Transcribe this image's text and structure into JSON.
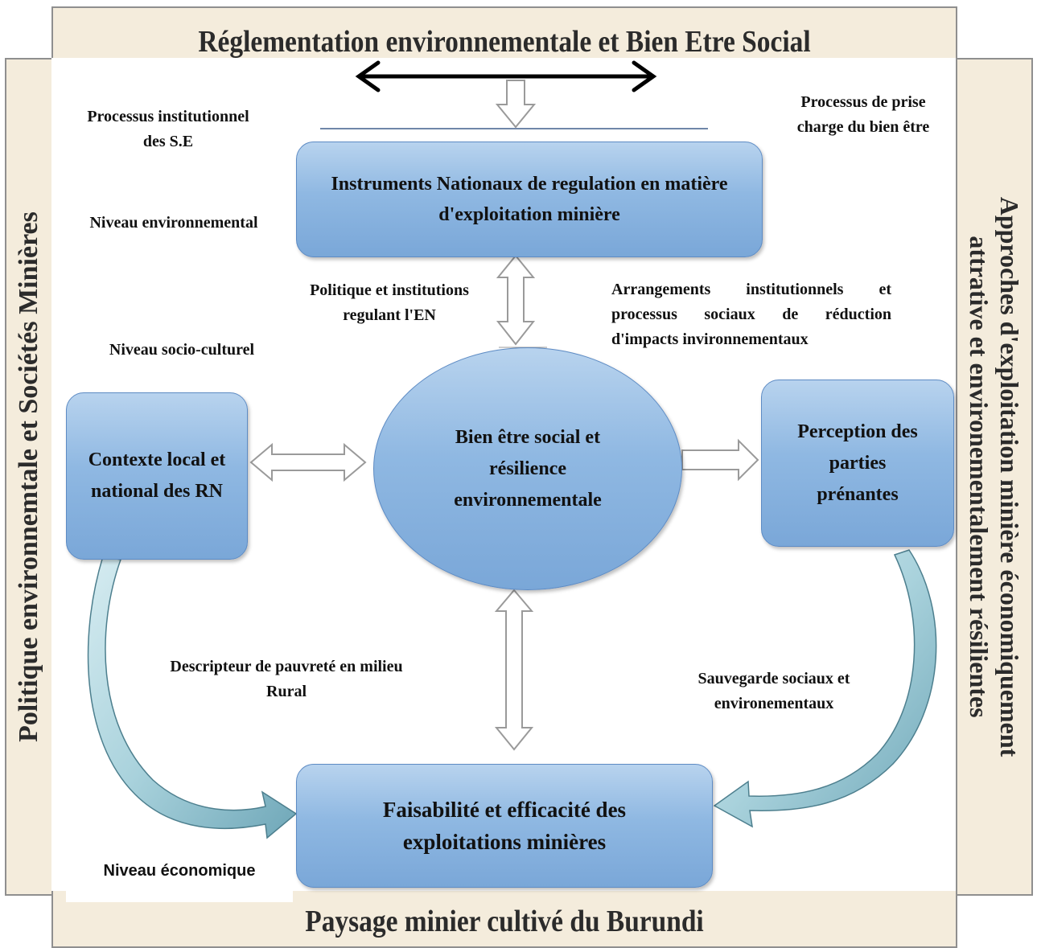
{
  "frame": {
    "top": "Réglementation environnementale et Bien Etre Social",
    "bottom": "Paysage minier cultivé du Burundi",
    "left": "Politique environnemtale et Sociétés Minières",
    "right_line1": "Approches d'exploitation minière économiquement",
    "right_line2": "attrative et environementalement résilientes"
  },
  "boxes": {
    "instruments": "Instruments Nationaux de regulation en matière d'exploitation minière",
    "bien_etre": "Bien être social et résilience environnementale",
    "contexte": "Contexte local et national des RN",
    "perception": "Perception des parties prénantes",
    "faisabilite": "Faisabilité et efficacité des exploitations minières"
  },
  "labels": {
    "processus_institutionnel": "Processus institutionnel des S.E",
    "niveau_env": "Niveau environnemental",
    "niveau_socio": "Niveau socio-culturel",
    "processus_prise": "Processus de prise charge du bien être",
    "politique_institutions": "Politique et institutions regulant l'EN",
    "arrangements": "Arrangements institutionnels et processus sociaux de réduction d'impacts invironnementaux",
    "descripteur": "Descripteur de pauvreté en milieu Rural",
    "sauvegarde": "Sauvegarde sociaux et environementaux",
    "niveau_eco": "Niveau économique"
  },
  "colors": {
    "frame_fill": "#f4ecdc",
    "box_fill": "#8fb8e2",
    "box_border": "#5d8bc4",
    "curved_arrow": "#a9d2dc"
  }
}
